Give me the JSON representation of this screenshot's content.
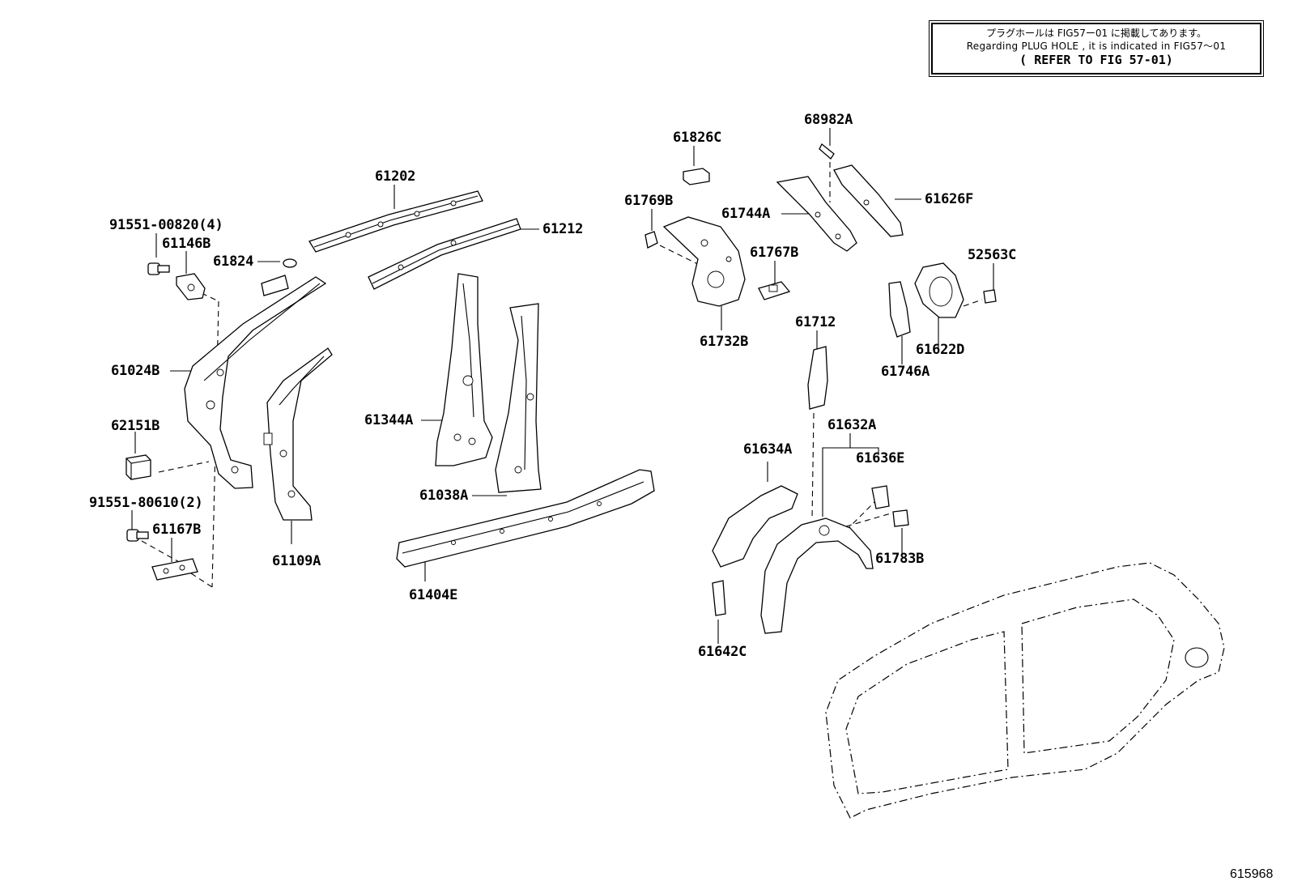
{
  "note": {
    "line_ja": "プラグホールは FIG57ー01 に掲載してあります。",
    "line_en": "Regarding PLUG HOLE , it is indicated in FIG57～01",
    "line_ref": "( REFER TO FIG 57-01)"
  },
  "figure_id": "615968",
  "parts": {
    "p_91551_00820": "91551-00820(4)",
    "p_61146B": "61146B",
    "p_61824": "61824",
    "p_61202": "61202",
    "p_61212": "61212",
    "p_61024B": "61024B",
    "p_62151B": "62151B",
    "p_91551_80610": "91551-80610(2)",
    "p_61167B": "61167B",
    "p_61109A": "61109A",
    "p_61344A": "61344A",
    "p_61038A": "61038A",
    "p_61404E": "61404E",
    "p_61826C": "61826C",
    "p_61769B": "61769B",
    "p_68982A": "68982A",
    "p_61744A": "61744A",
    "p_61626F": "61626F",
    "p_61767B": "61767B",
    "p_52563C": "52563C",
    "p_61732B": "61732B",
    "p_61712": "61712",
    "p_61622D": "61622D",
    "p_61746A": "61746A",
    "p_61632A": "61632A",
    "p_61634A": "61634A",
    "p_61636E": "61636E",
    "p_61783B": "61783B",
    "p_61642C": "61642C"
  }
}
